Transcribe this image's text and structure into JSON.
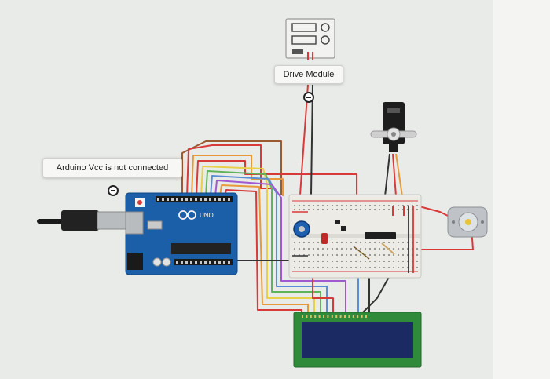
{
  "labels": {
    "drive_module": "Drive Module",
    "vcc_warning": "Arduino Vcc is not connected"
  },
  "board": {
    "logo": "UNO"
  },
  "colors": {
    "background": "#eceeec",
    "arduino_blue": "#1b5fa8",
    "breadboard": "#ecebe6",
    "lcd_green": "#2f8a3a",
    "lcd_screen": "#1c2a63",
    "wire_red": "#d83a3a",
    "wire_brown": "#9a5a32",
    "wire_orange": "#e89a3a",
    "wire_yellow": "#e7d04a",
    "wire_green": "#5fb35a",
    "wire_blue": "#5a8fd8",
    "wire_purple": "#a05ad0",
    "wire_dark": "#333333"
  },
  "icons": [
    "error-icon",
    "usb-cable-icon",
    "servo-icon",
    "dc-motor-icon",
    "potentiometer-icon"
  ]
}
